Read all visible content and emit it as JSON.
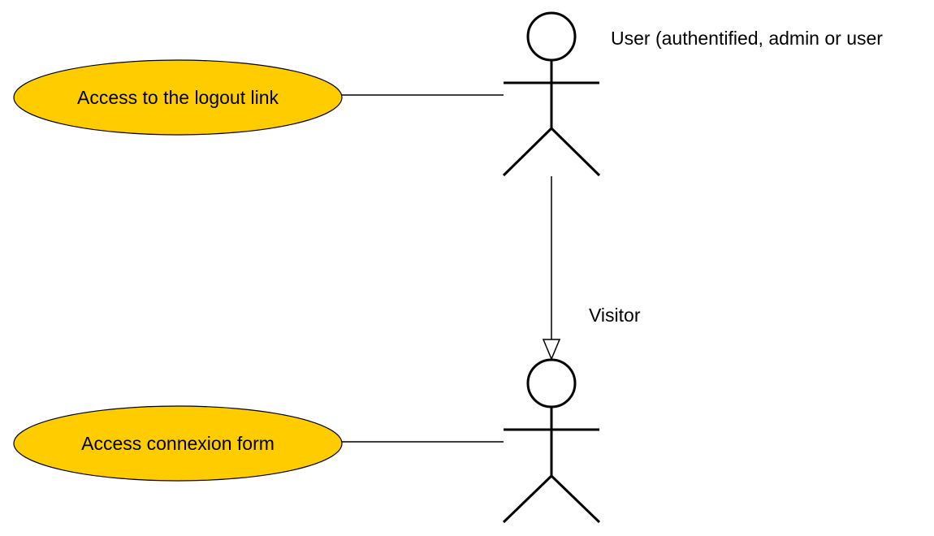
{
  "diagram": {
    "use_cases": [
      {
        "label": "Access to the logout link"
      },
      {
        "label": "Access connexion form"
      }
    ],
    "actors": [
      {
        "label": "User (authentified, admin or user"
      },
      {
        "label": "Visitor"
      }
    ],
    "relationships": [
      {
        "type": "association",
        "from": "Access to the logout link",
        "to": "User (authentified, admin or user"
      },
      {
        "type": "association",
        "from": "Access connexion form",
        "to": "Visitor"
      },
      {
        "type": "generalization",
        "from": "User (authentified, admin or user",
        "to": "Visitor"
      }
    ]
  },
  "colors": {
    "use_case_fill": "#ffcc00",
    "stroke": "#000000",
    "background": "#ffffff"
  }
}
